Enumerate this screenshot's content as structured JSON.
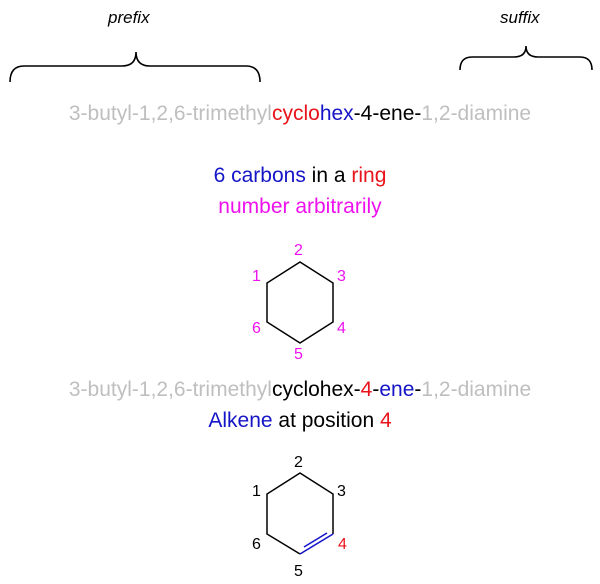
{
  "labels": {
    "prefix": "prefix",
    "suffix": "suffix"
  },
  "name1": {
    "p1": "3-butyl-1,2,6-trimethyl",
    "p2": "cyclo",
    "p3": "hex",
    "p4": "-4-ene-",
    "p5": "1,2-diamine"
  },
  "explain1": {
    "line1": {
      "a": "6 carbons",
      "b": " in a ",
      "c": "ring"
    },
    "line2": "number arbitrarily"
  },
  "ring1": {
    "numbers": [
      "1",
      "2",
      "3",
      "4",
      "5",
      "6"
    ]
  },
  "name2": {
    "p1": "3-butyl-1,2,6-trimethyl",
    "p2": "cyclohex-",
    "p3": "4",
    "p4": "-",
    "p5": "ene",
    "p6": "-",
    "p7": "1,2-diamine"
  },
  "explain2": {
    "a": "Alkene",
    "b": " at position ",
    "c": "4"
  },
  "ring2": {
    "numbers": [
      "1",
      "2",
      "3",
      "4",
      "5",
      "6"
    ]
  },
  "colors": {
    "gray": "#bfbfbf",
    "red": "#e8141b",
    "blue": "#1515c8",
    "magenta": "#ee11ee"
  }
}
